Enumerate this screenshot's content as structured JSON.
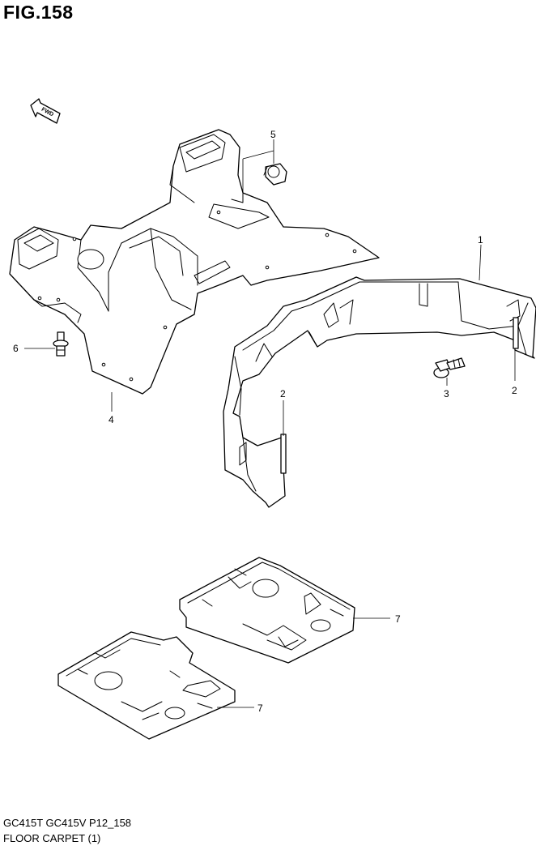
{
  "header": {
    "figure_label": "FIG.158"
  },
  "footer": {
    "model_line": "GC415T GC415V P12_158",
    "title_line": "FLOOR CARPET (1)"
  },
  "fwd_indicator": {
    "label": "FWD",
    "icon": "fwd-arrow-icon"
  },
  "callouts": [
    {
      "id": "c1",
      "label": "1"
    },
    {
      "id": "c2a",
      "label": "2"
    },
    {
      "id": "c2b",
      "label": "2"
    },
    {
      "id": "c3",
      "label": "3"
    },
    {
      "id": "c4",
      "label": "4"
    },
    {
      "id": "c5",
      "label": "5"
    },
    {
      "id": "c6",
      "label": "6"
    },
    {
      "id": "c7a",
      "label": "7"
    },
    {
      "id": "c7b",
      "label": "7"
    }
  ]
}
